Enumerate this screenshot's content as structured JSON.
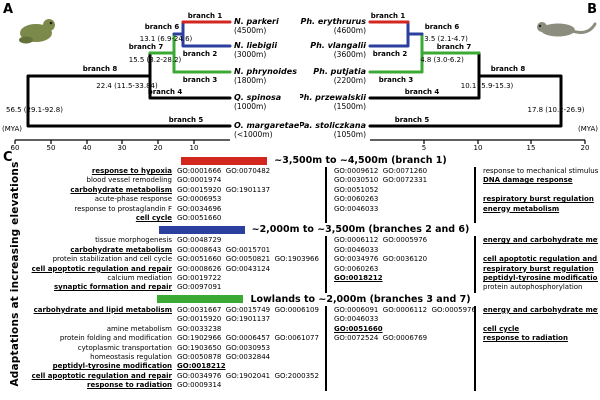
{
  "panel_a": {
    "label": "A",
    "mya_label": "(MYA)",
    "axis_ticks": [
      "60",
      "50",
      "40",
      "30",
      "20",
      "10"
    ],
    "species": [
      {
        "name": "N. parkeri",
        "elev": "(4500m)"
      },
      {
        "name": "N. liebigii",
        "elev": "(3000m)"
      },
      {
        "name": "N. phrynoides",
        "elev": "(1800m)"
      },
      {
        "name": "Q. spinosa",
        "elev": "(1000m)"
      },
      {
        "name": "O. margaretae",
        "elev": "(<1000m)"
      }
    ],
    "branch_labels": [
      "branch 1",
      "branch 2",
      "branch 3",
      "branch 4",
      "branch 5",
      "branch 6",
      "branch 7",
      "branch 8"
    ],
    "node_ages": {
      "n13": "13.1 (6.9-24.6)",
      "n15": "15.5 (8.2-28.2)",
      "n22": "22.4 (11.5-33.84)",
      "root": "56.5 (29.1-92.8)"
    }
  },
  "panel_b": {
    "label": "B",
    "mya_label": "(MYA)",
    "axis_ticks": [
      "5",
      "10",
      "15",
      "20"
    ],
    "species": [
      {
        "name": "Ph. erythrurus",
        "elev": "(4600m)"
      },
      {
        "name": "Ph. vlangalii",
        "elev": "(3600m)"
      },
      {
        "name": "Ph. putjatia",
        "elev": "(2200m)"
      },
      {
        "name": "Ph. przewalskii",
        "elev": "(1500m)"
      },
      {
        "name": "Pa. stoliczkana",
        "elev": "(1050m)"
      }
    ],
    "branch_labels": [
      "branch 1",
      "branch 2",
      "branch 3",
      "branch 4",
      "branch 5",
      "branch 6",
      "branch 7",
      "branch 8"
    ],
    "node_ages": {
      "n35": "3.5 (2.1-4.7)",
      "n48": "4.8 (3.0-6.2)",
      "n101": "10.1 (5.9-15.3)",
      "root": "17.8 (10.2-26.9)"
    }
  },
  "colors": {
    "high": "#d3261f",
    "mid": "#2b3f9e",
    "low": "#3aaa35",
    "base": "#000000"
  },
  "panel_c": {
    "label": "C",
    "axis_label": "Adaptations at increasing elevations",
    "blocks": [
      {
        "title": "~3,500m to ~4,500m (branch 1)",
        "color": "#d3261f",
        "rows": [
          {
            "term": "response to hypoxia",
            "ts": "u",
            "ids": "GO:0001666  GO:0070482",
            "is": "",
            "mid": "GO:0009612  GO:0071260",
            "ms": "",
            "rterm": "response to mechanical stimulus",
            "rs": ""
          },
          {
            "term": "blood vessel remodeling",
            "ts": "",
            "ids": "GO:0001974",
            "is": "",
            "mid": "GO:0030510  GO:0072331",
            "ms": "",
            "rterm": "DNA damage response",
            "rs": "u"
          },
          {
            "term": "carbohydrate metabolism",
            "ts": "u",
            "ids": "GO:0015920  GO:1901137",
            "is": "",
            "mid": "GO:0051052",
            "ms": "",
            "rterm": "",
            "rs": ""
          },
          {
            "term": "acute-phase response",
            "ts": "",
            "ids": "GO:0006953",
            "is": "",
            "mid": "GO:0060263",
            "ms": "",
            "rterm": "respiratory burst regulation",
            "rs": "u"
          },
          {
            "term": "response to prostaglandin F",
            "ts": "",
            "ids": "GO:0034696",
            "is": "",
            "mid": "GO:0046033",
            "ms": "",
            "rterm": "energy metabolism",
            "rs": "u"
          },
          {
            "term": "cell cycle",
            "ts": "u",
            "ids": "GO:0051660",
            "is": "",
            "mid": "",
            "ms": "",
            "rterm": "",
            "rs": ""
          }
        ]
      },
      {
        "title": "~2,000m to ~3,500m (branches 2 and 6)",
        "color": "#2b3f9e",
        "rows": [
          {
            "term": "tissue morphogenesis",
            "ts": "",
            "ids": "GO:0048729",
            "is": "",
            "mid": "GO:0006112  GO:0005976",
            "ms": "",
            "rterm": "energy and carbohydrate metabolism",
            "rs": "u"
          },
          {
            "term": "carbohydrate metabolism",
            "ts": "u",
            "ids": "GO:0008643  GO:0015701",
            "is": "",
            "mid": "GO:0046033",
            "ms": "",
            "rterm": "",
            "rs": ""
          },
          {
            "term": "protein stabilization and cell cycle",
            "ts": "",
            "ids": "GO:0051660  GO:0050821  GO:1903966",
            "is": "",
            "mid": "GO:0034976  GO:0036120",
            "ms": "",
            "rterm": "cell apoptotic regulation and repair",
            "rs": "u"
          },
          {
            "term": "cell apoptotic regulation and repair",
            "ts": "u",
            "ids": "GO:0008626  GO:0043124",
            "is": "",
            "mid": "GO:0060263",
            "ms": "",
            "rterm": "respiratory burst regulation",
            "rs": "u"
          },
          {
            "term": "calcium mediation",
            "ts": "",
            "ids": "GO:0019722",
            "is": "",
            "mid": "GO:0018212",
            "ms": "u",
            "rterm": "peptidyl-tyrosine modification",
            "rs": "u"
          },
          {
            "term": "synaptic formation and repair",
            "ts": "u",
            "ids": "GO:0097091",
            "is": "",
            "mid": "",
            "ms": "",
            "rterm": "protein autophosphorylation",
            "rs": ""
          }
        ]
      },
      {
        "title": "Lowlands to ~2,000m (branches 3 and 7)",
        "color": "#3aaa35",
        "rows": [
          {
            "term": "carbohydrate and lipid metabolism",
            "ts": "u",
            "ids": "GO:0031667  GO:0015749  GO:0006109",
            "is": "",
            "mid": "GO:0006091  GO:0006112  GO:0005976",
            "ms": "",
            "rterm": "energy and carbohydrate metabolism",
            "rs": "u"
          },
          {
            "term": "",
            "ts": "",
            "ids": "GO:0015920  GO:1901137",
            "is": "",
            "mid": "GO:0046033",
            "ms": "",
            "rterm": "",
            "rs": ""
          },
          {
            "term": "amine metabolism",
            "ts": "",
            "ids": "GO:0033238",
            "is": "",
            "mid": "GO:0051660",
            "ms": "u",
            "rterm": "cell cycle",
            "rs": "u"
          },
          {
            "term": "protein folding and modification",
            "ts": "",
            "ids": "GO:1902966  GO:0006457  GO:0061077",
            "is": "",
            "mid": "GO:0072524  GO:0006769",
            "ms": "",
            "rterm": "response to radiation",
            "rs": "u"
          },
          {
            "term": "cytoplasmic transportation",
            "ts": "",
            "ids": "GO:1903650  GO:0030953",
            "is": "",
            "mid": "",
            "ms": "",
            "rterm": "",
            "rs": ""
          },
          {
            "term": "homeostasis regulation",
            "ts": "",
            "ids": "GO:0050878  GO:0032844",
            "is": "",
            "mid": "",
            "ms": "",
            "rterm": "",
            "rs": ""
          },
          {
            "term": "peptidyl-tyrosine modification",
            "ts": "u",
            "ids": "GO:0018212",
            "is": "u",
            "mid": "",
            "ms": "",
            "rterm": "",
            "rs": ""
          },
          {
            "term": "cell apoptotic regulation and repair",
            "ts": "u",
            "ids": "GO:0034976  GO:1902041  GO:2000352",
            "is": "",
            "mid": "",
            "ms": "",
            "rterm": "",
            "rs": ""
          },
          {
            "term": "response to radiation",
            "ts": "u",
            "ids": "GO:0009314",
            "is": "",
            "mid": "",
            "ms": "",
            "rterm": "",
            "rs": ""
          }
        ]
      }
    ]
  }
}
